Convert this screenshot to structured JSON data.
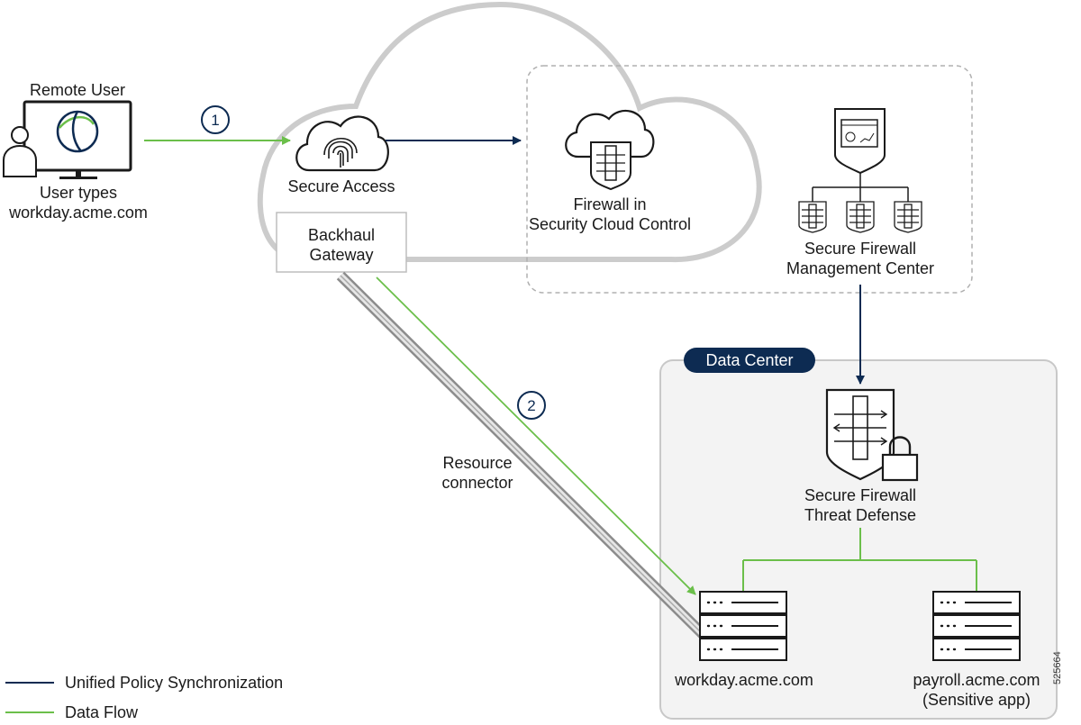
{
  "remote_user": {
    "title": "Remote User",
    "caption_line1": "User types",
    "caption_line2": "workday.acme.com"
  },
  "steps": {
    "step1": "1",
    "step2": "2"
  },
  "secure_access": {
    "label": "Secure Access"
  },
  "backhaul_gateway": {
    "line1": "Backhaul",
    "line2": "Gateway"
  },
  "firewall_scc": {
    "line1": "Firewall in",
    "line2": "Security Cloud Control"
  },
  "fmc": {
    "line1": "Secure Firewall",
    "line2": "Management Center"
  },
  "resource_connector": {
    "line1": "Resource",
    "line2": "connector"
  },
  "data_center": {
    "badge": "Data Center"
  },
  "ftd": {
    "line1": "Secure Firewall",
    "line2": "Threat Defense"
  },
  "servers": {
    "workday": "workday.acme.com",
    "payroll_line1": "payroll.acme.com",
    "payroll_line2": "(Sensitive app)"
  },
  "legend": {
    "items": [
      {
        "label": "Unified Policy Synchronization",
        "color": "#0d2b52"
      },
      {
        "label": "Data Flow",
        "color": "#6bbf4a"
      }
    ]
  },
  "figure_number": "525664",
  "colors": {
    "navy": "#0d2b52",
    "green": "#6bbf4a",
    "cloud_outline": "#c8c8c8",
    "dashed_border": "#b0b0b0",
    "datacenter_fill": "#f3f3f3"
  }
}
